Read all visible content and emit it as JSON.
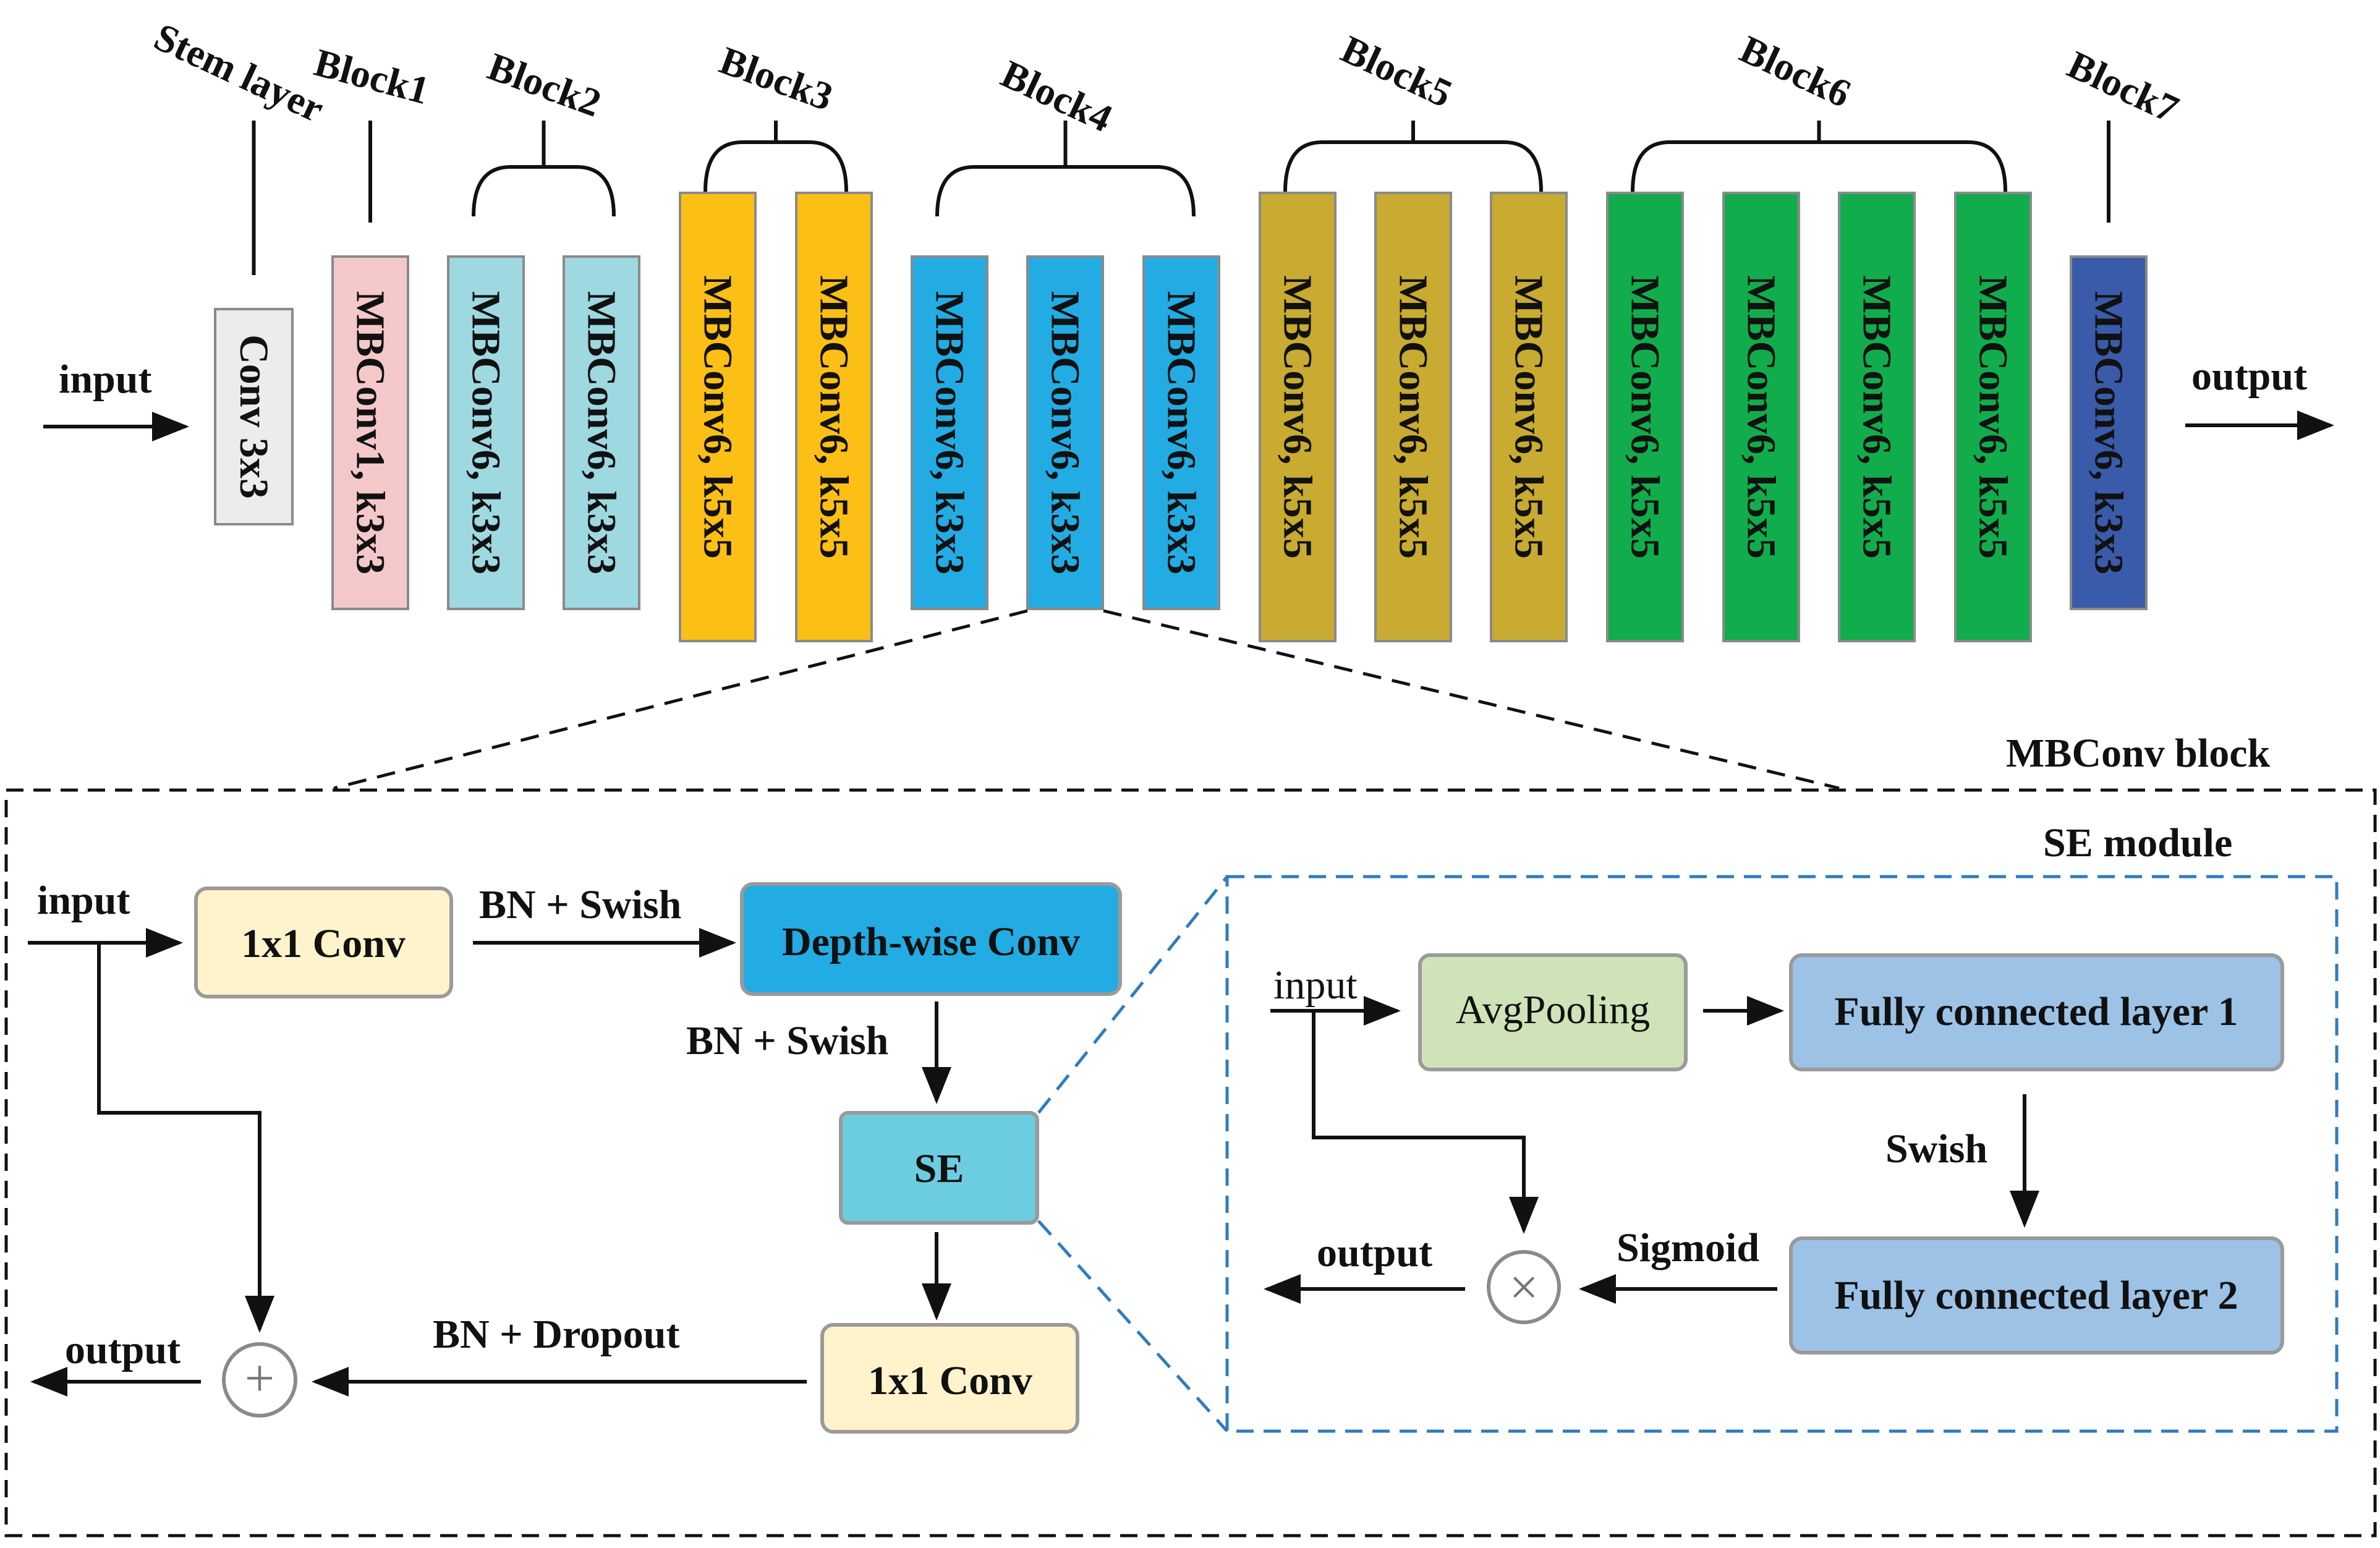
{
  "backbone": {
    "input_label": "input",
    "output_label": "output",
    "stages": [
      {
        "label": "Stem layer",
        "layers": [
          "Conv 3x3"
        ],
        "color": "#ececec"
      },
      {
        "label": "Block1",
        "layers": [
          "MBConv1, k3x3"
        ],
        "color": "#f4c8c9"
      },
      {
        "label": "Block2",
        "layers": [
          "MBConv6, k3x3",
          "MBConv6, k3x3"
        ],
        "color": "#9ed8e0"
      },
      {
        "label": "Block3",
        "layers": [
          "MBConv6, k5x5",
          "MBConv6, k5x5"
        ],
        "color": "#fbbf16"
      },
      {
        "label": "Block4",
        "layers": [
          "MBConv6, k3x3",
          "MBConv6, k3x3",
          "MBConv6, k3x3"
        ],
        "color": "#22ace3"
      },
      {
        "label": "Block5",
        "layers": [
          "MBConv6, k5x5",
          "MBConv6, k5x5",
          "MBConv6, k5x5"
        ],
        "color": "#c8ab30"
      },
      {
        "label": "Block6",
        "layers": [
          "MBConv6, k5x5",
          "MBConv6, k5x5",
          "MBConv6, k5x5",
          "MBConv6, k5x5"
        ],
        "color": "#11ad4c"
      },
      {
        "label": "Block7",
        "layers": [
          "MBConv6, k3x3"
        ],
        "color": "#3a5ba9"
      }
    ]
  },
  "mbconv": {
    "title": "MBConv block",
    "input_label": "input",
    "output_label": "output",
    "conv1_label": "1x1 Conv",
    "dwconv_label": "Depth-wise Conv",
    "se_label": "SE",
    "conv2_label": "1x1 Conv",
    "edge_bn_swish_1": "BN + Swish",
    "edge_bn_swish_2": "BN + Swish",
    "edge_bn_dropout": "BN + Dropout",
    "add_symbol": "+"
  },
  "se_module": {
    "title": "SE module",
    "input_label": "input",
    "output_label": "output",
    "avgpool_label": "AvgPooling",
    "fc1_label": "Fully connected layer 1",
    "fc2_label": "Fully connected layer 2",
    "edge_swish": "Swish",
    "edge_sigmoid": "Sigmoid",
    "multiply_symbol": "×"
  },
  "colors": {
    "conv_box": "#fff3cc",
    "dwconv_box": "#22ace3",
    "se_box": "#6ccde0",
    "avgpool_box": "#cfe3b8",
    "fc_box": "#9cc2e6",
    "se_frame": "#2e7cc0",
    "line": "#111111"
  }
}
